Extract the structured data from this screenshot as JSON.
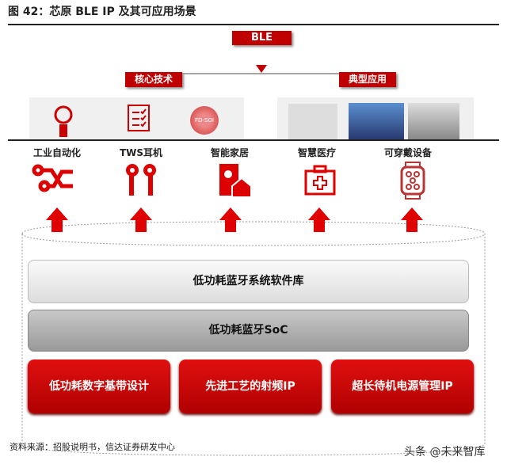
{
  "title": "图 42：芯原 BLE IP 及其可应用场景",
  "top": {
    "ble": "BLE",
    "core_tech": "核心技术",
    "typical_app": "典型应用",
    "tech_icons": [
      "lightbulb-icon",
      "checklist-icon",
      "fd-soi-icon"
    ],
    "fd_soi_label": "FD-SOI"
  },
  "applications": [
    {
      "label": "工业自动化",
      "icon": "circuit-icon"
    },
    {
      "label": "TWS耳机",
      "icon": "earbuds-icon"
    },
    {
      "label": "智能家居",
      "icon": "smart-home-icon"
    },
    {
      "label": "智慧医疗",
      "icon": "medical-kit-icon"
    },
    {
      "label": "可穿戴设备",
      "icon": "smartwatch-icon"
    }
  ],
  "layers": {
    "software": "低功耗蓝牙系统软件库",
    "soc": "低功耗蓝牙SoC",
    "blocks": [
      "低功耗数字基带设计",
      "先进工艺的射频IP",
      "超长待机电源管理IP"
    ]
  },
  "source": "资料来源：招股说明书，信达证券研发中心",
  "watermark": "头条 @未来智库",
  "colors": {
    "accent": "#c00000"
  }
}
